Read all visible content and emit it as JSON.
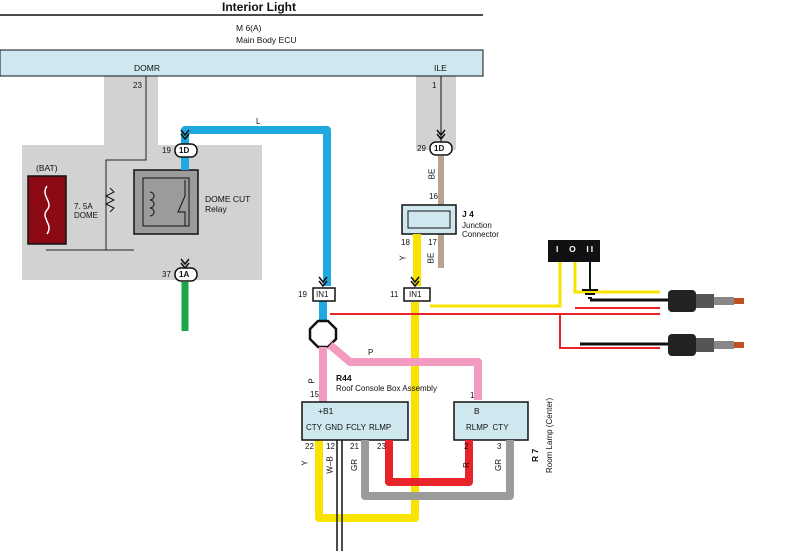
{
  "title": "Interior Light",
  "ecu": {
    "code": "M 6(A)",
    "name": "Main Body ECU",
    "pin_domr": "DOMR",
    "pin_ile": "ILE",
    "pin_domr_num": "23",
    "pin_ile_num": "1"
  },
  "battery": {
    "label": "(BAT)",
    "fuse": "7. 5A\nDOME"
  },
  "relay": {
    "name": "DOME CUT\nRelay"
  },
  "connectors": {
    "c19_1d": "19",
    "c19_1d_tag": "1D",
    "c29_1d": "29",
    "c29_1d_tag": "1D",
    "c37_1a": "37",
    "c37_1a_tag": "1A",
    "in1_left_num": "19",
    "in1_left_tag": "IN1",
    "in1_right_num": "11",
    "in1_right_tag": "IN1"
  },
  "wires": {
    "l": "L",
    "be1": "BE",
    "be2": "BE",
    "y1": "Y",
    "p_top": "P",
    "p_left": "P",
    "y_bottom": "Y",
    "wb": "W–B",
    "gr1": "GR",
    "r": "R",
    "gr2": "GR"
  },
  "junction": {
    "code": "J 4",
    "name": "Junction\nConnector",
    "pin16": "16",
    "pin18": "18",
    "pin17": "17"
  },
  "switch": {
    "labels": "I  O  II"
  },
  "r44": {
    "code": "R44",
    "name": "Roof Console Box Assembly",
    "plus_b1": "+B1",
    "pins": "CTY GND FCLY RLMP",
    "p15": "15",
    "p22": "22",
    "p12": "12",
    "p21": "21",
    "p23": "23"
  },
  "r7": {
    "code": "R 7",
    "name": "Room Lamp (Center)",
    "b": "B",
    "pins": "RLMP  CTY",
    "p1": "1",
    "p2": "2",
    "p3": "3"
  },
  "colors": {
    "blue": "#1fa9e1",
    "yellow": "#f7e200",
    "pink": "#f29ac0",
    "red": "#e8232a",
    "gray": "#9b9b9b",
    "green": "#1aa547",
    "tan": "#b8a48e",
    "bar": "#cfe8f0",
    "fuse": "#8b0a14"
  }
}
